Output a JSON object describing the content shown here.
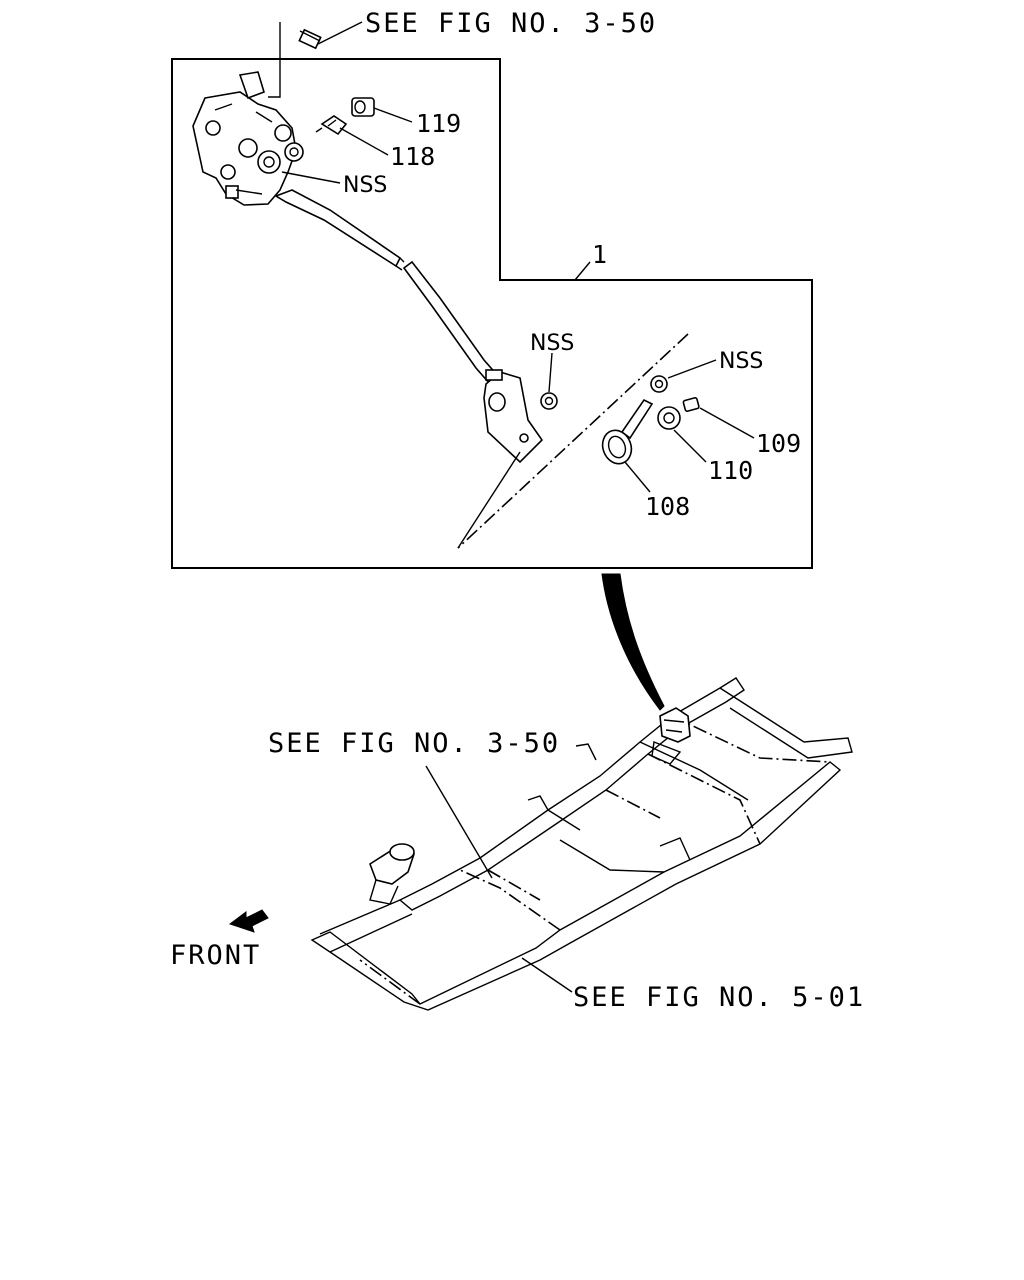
{
  "callouts": {
    "ref_top": "SEE FIG NO. 3-50",
    "ref_middle": "SEE FIG NO. 3-50",
    "ref_bottom": "SEE FIG NO. 5-01",
    "front": "FRONT"
  },
  "parts": {
    "assembly": "1",
    "p119": "119",
    "p118": "118",
    "nss_upper": "NSS",
    "nss_middle": "NSS",
    "nss_right": "NSS",
    "p109": "109",
    "p110": "110",
    "p108": "108"
  }
}
